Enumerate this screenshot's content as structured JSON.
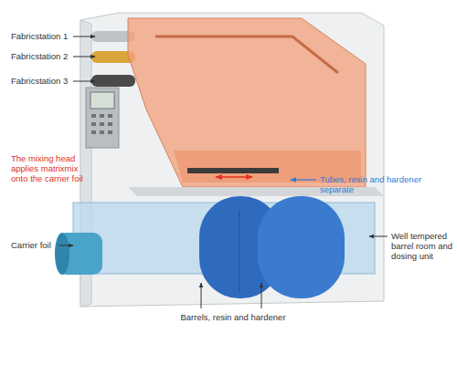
{
  "diagram": {
    "labels": [
      "Fabricstation 1",
      "Fabricstation 2",
      "Fabricstation 3",
      "The mixing head applies matrixmix onto the carrier foil",
      "Tubes, resin and hardener separate",
      "Carrier foil",
      "Well tempered barrel room and dosing unit",
      "Barrels, resin and hardener"
    ]
  }
}
